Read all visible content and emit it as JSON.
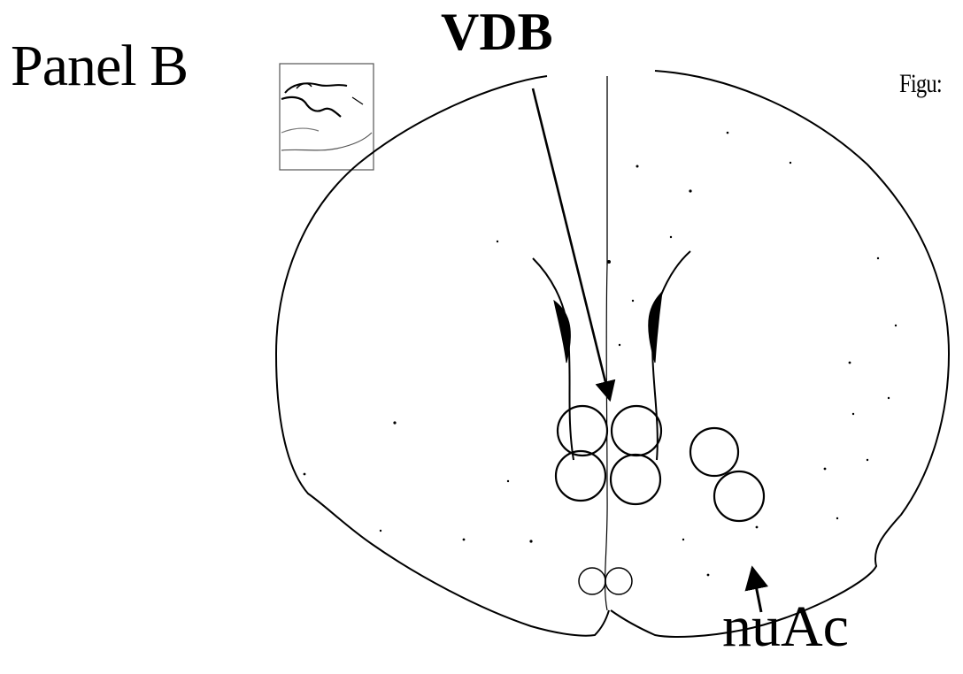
{
  "panel_label": "Panel B",
  "labels": {
    "vdb": "VDB",
    "nuac": "nuAc",
    "figure": "Figu:"
  }
}
